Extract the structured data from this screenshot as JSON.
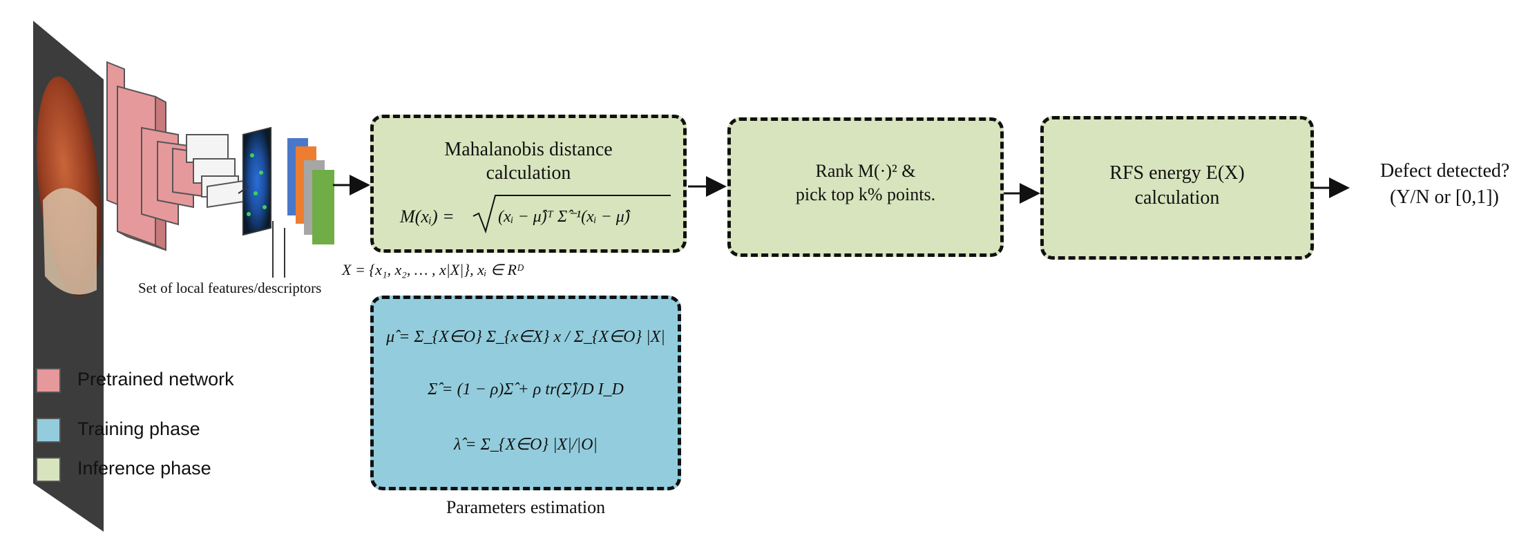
{
  "legend": {
    "items": [
      {
        "label": "Pretrained network",
        "color": "#e6999b"
      },
      {
        "label": "Training phase",
        "color": "#93cddd"
      },
      {
        "label": "Inference phase",
        "color": "#d8e4bd"
      }
    ]
  },
  "network": {
    "caption": "Set of local features/descriptors"
  },
  "feature_set": {
    "formula": "X = {x₁, x₂, … , x|X|}, xᵢ ∈ Rᴰ"
  },
  "mahalanobis_box": {
    "line1": "Mahalanobis distance",
    "line2": "calculation",
    "formula_lhs": "M(xᵢ) =",
    "formula_rhs": "(xᵢ − μ̂)ᵀ Σ̂⁻¹(xᵢ − μ̂)",
    "color": "#d8e4bd"
  },
  "rank_box": {
    "line1": "Rank M(·)² &",
    "line2": "pick top k% points.",
    "color": "#d8e4bd"
  },
  "rfs_box": {
    "line1": "RFS energy E(X)",
    "line2": "calculation",
    "color": "#d8e4bd"
  },
  "output": {
    "line1": "Defect detected?",
    "line2": "(Y/N or [0,1])"
  },
  "params_box": {
    "eq1": "μ̂ = Σ_{X∈O} Σ_{x∈X} x / Σ_{X∈O} |X|",
    "eq2": "Σ̂ = (1 − ρ)Σ̂ + ρ tr(Σ̂)/D I_D",
    "eq3": "λ̂ = Σ_{X∈O} |X|/|O|",
    "caption": "Parameters estimation",
    "color": "#93cddd"
  }
}
